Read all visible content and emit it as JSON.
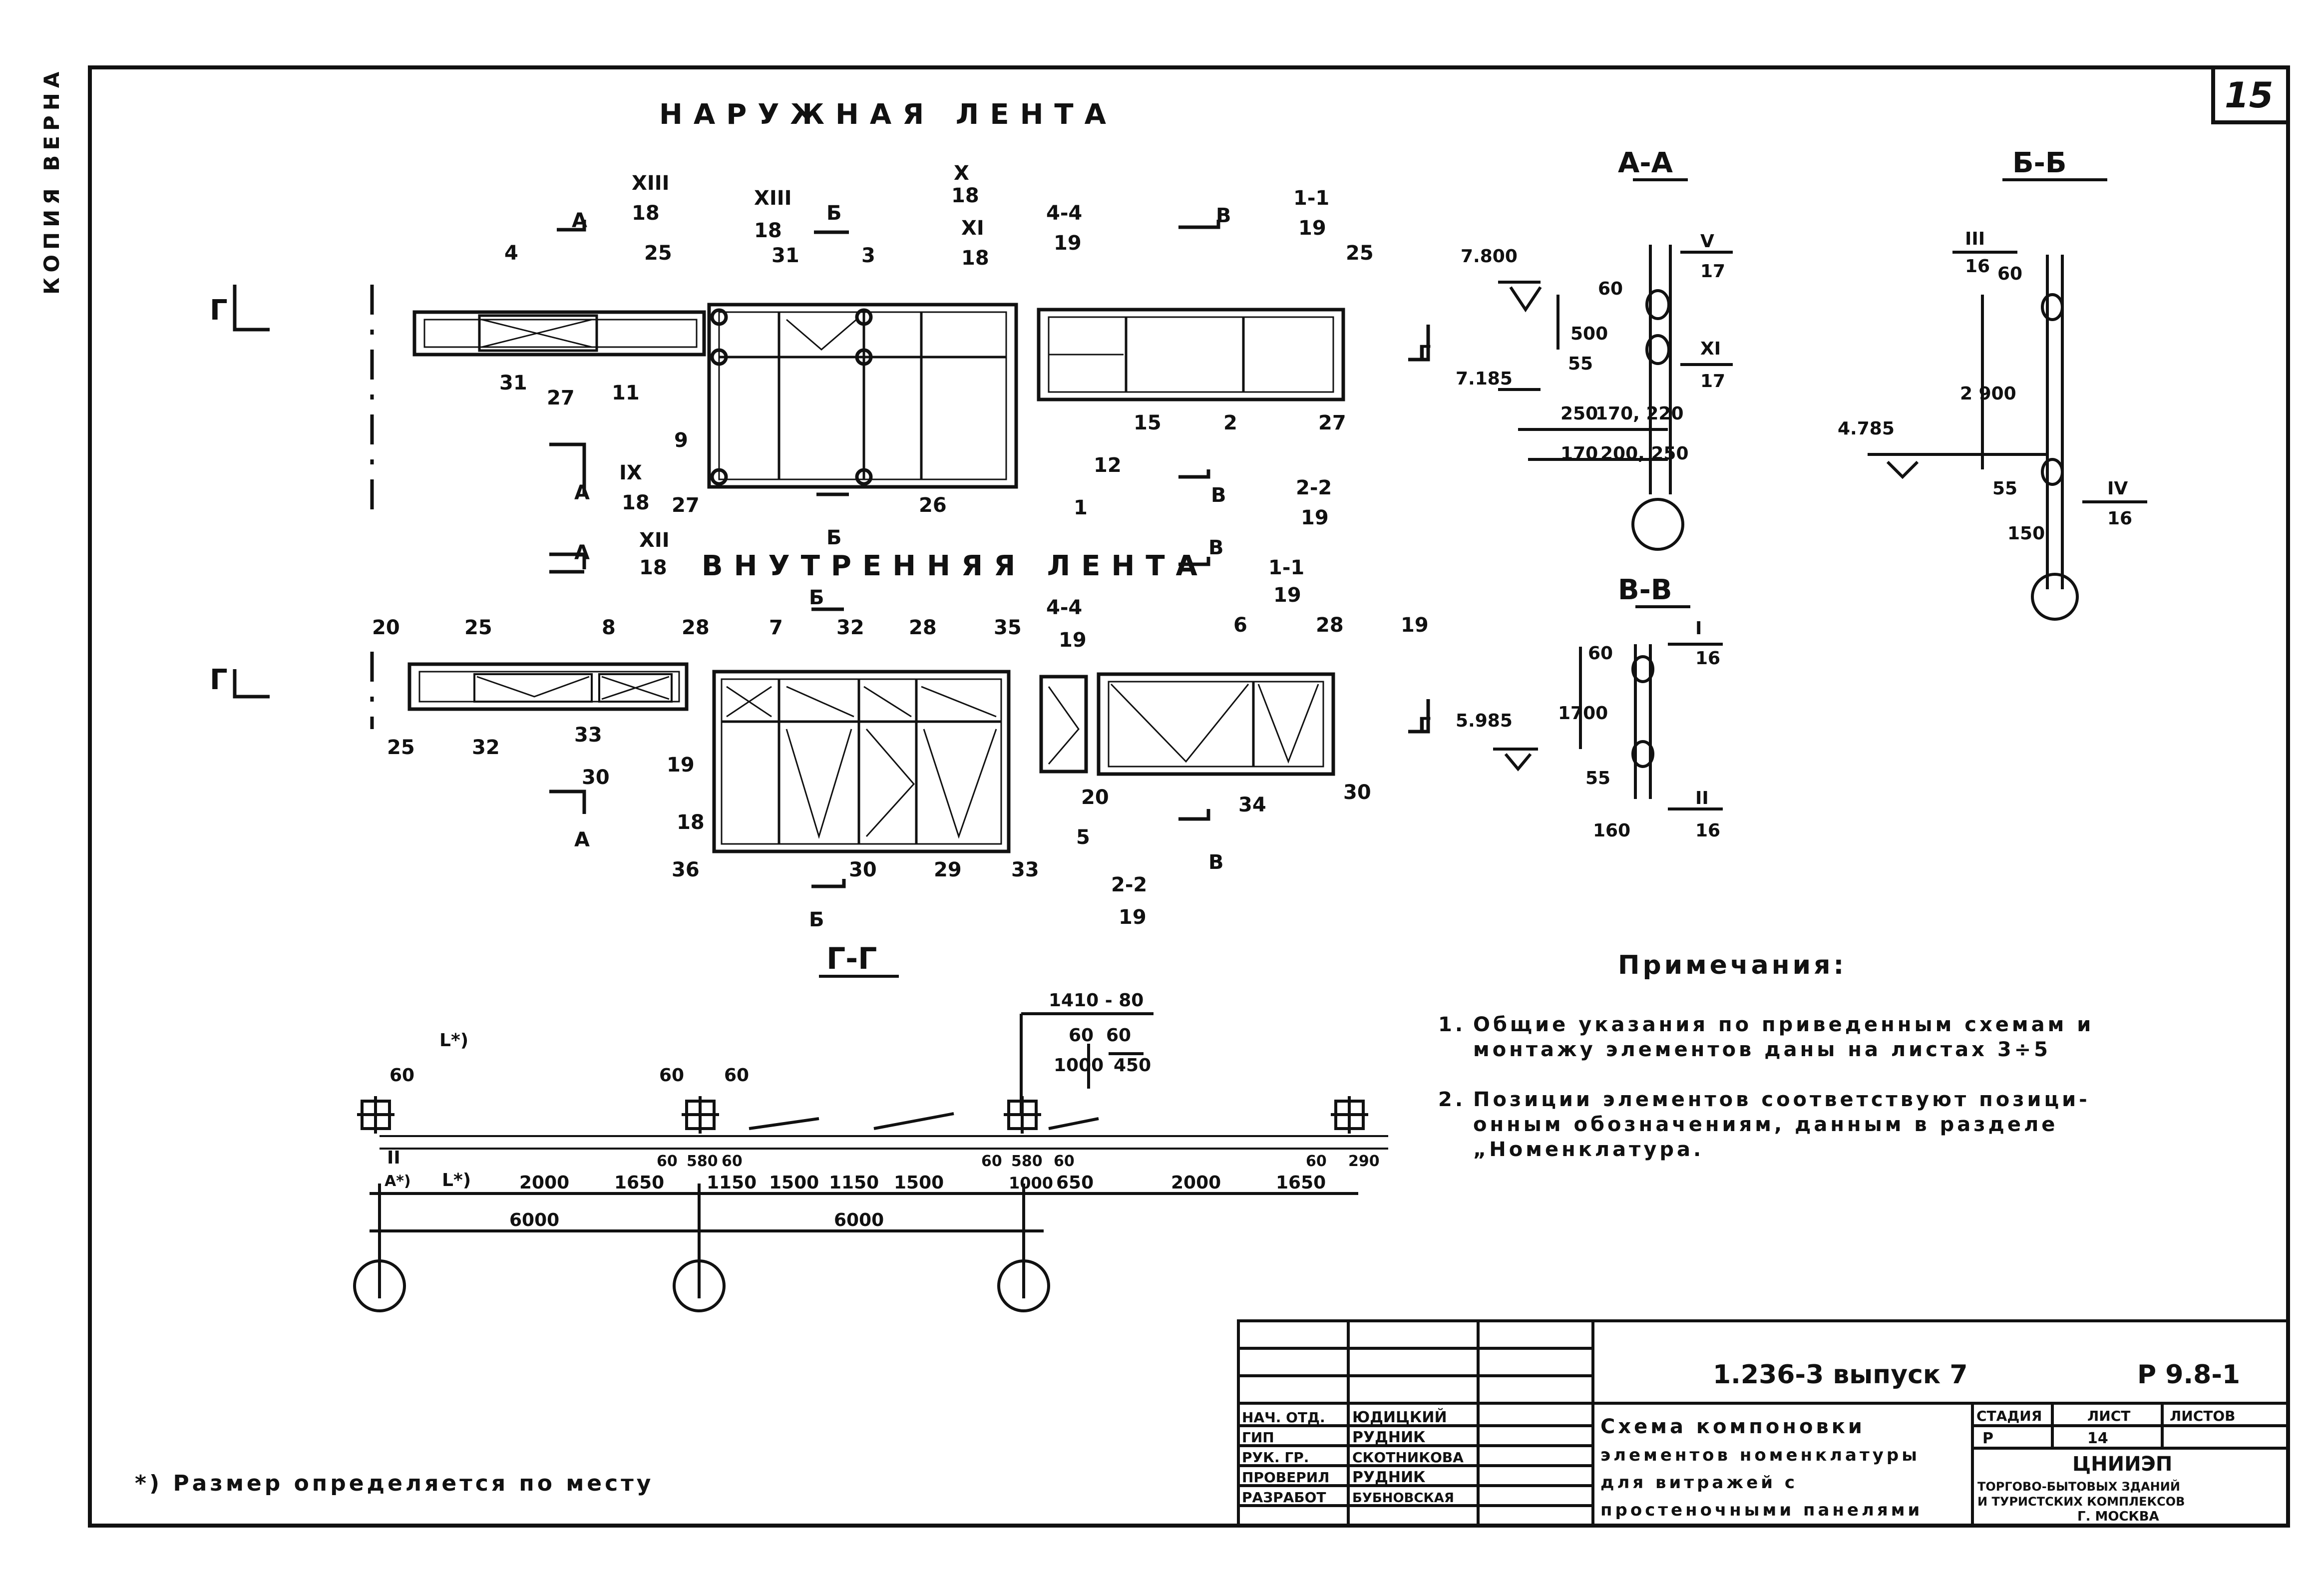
{
  "side_stamp": "КОПИЯ ВЕРНА",
  "sheet_number": "15",
  "titles": {
    "outer": "НАРУЖНАЯ ЛЕНТА",
    "inner": "ВНУТРЕННЯЯ ЛЕНТА",
    "sec_aa": "А-А",
    "sec_bb": "Б-Б",
    "sec_vv": "В-В",
    "sec_gg": "Г-Г"
  },
  "outer_labels": [
    "4",
    "25",
    "31",
    "27",
    "11",
    "ХIII",
    "18",
    "ХIII",
    "18",
    "Б",
    "31",
    "3",
    "Х",
    "18",
    "ХI",
    "18",
    "4-4",
    "19",
    "В",
    "1-1",
    "19",
    "25",
    "9",
    "IХ",
    "18",
    "27",
    "26",
    "1",
    "12",
    "15",
    "2",
    "27",
    "2-2",
    "19",
    "ХII",
    "18",
    "А",
    "А",
    "Г",
    "Г",
    "Б",
    "В"
  ],
  "inner_labels": [
    "20",
    "25",
    "8",
    "28",
    "25",
    "32",
    "33",
    "30",
    "19",
    "7",
    "32",
    "28",
    "35",
    "4-4",
    "19",
    "6",
    "28",
    "19",
    "1-1",
    "19",
    "18",
    "36",
    "30",
    "29",
    "33",
    "5",
    "20",
    "34",
    "30",
    "2-2",
    "19",
    "А",
    "А",
    "Б",
    "Б",
    "В",
    "В",
    "Г",
    "Г"
  ],
  "elev": {
    "a1": "7.800",
    "a2": "7.185",
    "a3": "4.785",
    "a4": "5.985",
    "aa_dims": [
      "60",
      "500",
      "55",
      "250",
      "170, 220",
      "170",
      "200, 250"
    ],
    "aa_marks": [
      "V",
      "17",
      "ХI",
      "17"
    ],
    "bb_dims": [
      "60",
      "2 900",
      "55",
      "150"
    ],
    "bb_marks": [
      "III",
      "16",
      "IV",
      "16"
    ],
    "vv_dims": [
      "60",
      "1700",
      "55",
      "160"
    ],
    "vv_marks": [
      "I",
      "16",
      "II",
      "16"
    ]
  },
  "gg": {
    "top": [
      "L*)",
      "60",
      "60",
      "60",
      "1410 - 80",
      "60",
      "60",
      "1000",
      "450"
    ],
    "bottom": [
      "II",
      "A*)",
      "L*)",
      "2000",
      "1650",
      "60",
      "580",
      "60",
      "1150",
      "1500",
      "1150",
      "1500",
      "60",
      "580",
      "60",
      "1000",
      "650",
      "2000",
      "1650",
      "60",
      "290",
      "6000",
      "6000"
    ]
  },
  "notes": {
    "heading": "Примечания:",
    "n1_num": "1.",
    "n1_l1": "Общие указания по приведенным схемам и",
    "n1_l2": "монтажу элементов даны на листах 3÷5",
    "n2_num": "2.",
    "n2_l1": "Позиции элементов соответствуют позици-",
    "n2_l2": "онным обозначениям, данным в разделе",
    "n2_l3": "„Номенклатура."
  },
  "footnote": "*) Размер определяется по месту",
  "title_block": {
    "code": "1.236-3  выпуск 7",
    "sheet_code": "Р 9.8-1",
    "roles": [
      "НАЧ. ОТД.",
      "ГИП",
      "РУК. ГР.",
      "ПРОВЕРИЛ",
      "РАЗРАБОТ"
    ],
    "names": [
      "ЮДИЦКИЙ",
      "РУДНИК",
      "СКОТНИКОВА",
      "РУДНИК",
      "БУБНОВСКАЯ"
    ],
    "desc": [
      "Схема компоновки",
      "элементов номенклатуры",
      "для витражей с",
      "простеночными панелями"
    ],
    "stage_h": "СТАДИЯ",
    "sheet_h": "ЛИСТ",
    "sheets_h": "ЛИСТОВ",
    "stage": "Р",
    "sheet": "14",
    "org": "ЦНИИЭП",
    "org_l1": "ТОРГОВО-БЫТОВЫХ ЗДАНИЙ",
    "org_l2": "И ТУРИСТСКИХ КОМПЛЕКСОВ",
    "org_l3": "Г. МОСКВА"
  }
}
